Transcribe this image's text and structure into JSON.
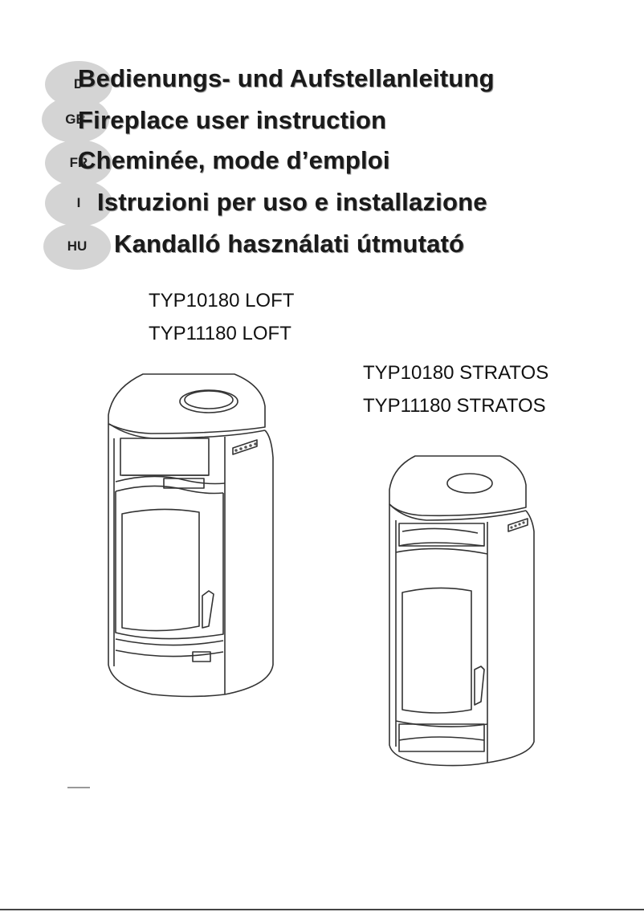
{
  "languages": [
    {
      "code": "D",
      "title": "Bedienungs- und Aufstellanleitung"
    },
    {
      "code": "GB",
      "title": "Fireplace user instruction"
    },
    {
      "code": "FR",
      "title": "Cheminée, mode d’emploi"
    },
    {
      "code": "I",
      "title": "Istruzioni per uso e installazione"
    },
    {
      "code": "HU",
      "title": "Kandalló használati útmutató"
    }
  ],
  "models": {
    "loft": [
      "TYP10180 LOFT",
      "TYP11180 LOFT"
    ],
    "stratos": [
      "TYP10180 STRATOS",
      "TYP11180 STRATOS"
    ]
  }
}
